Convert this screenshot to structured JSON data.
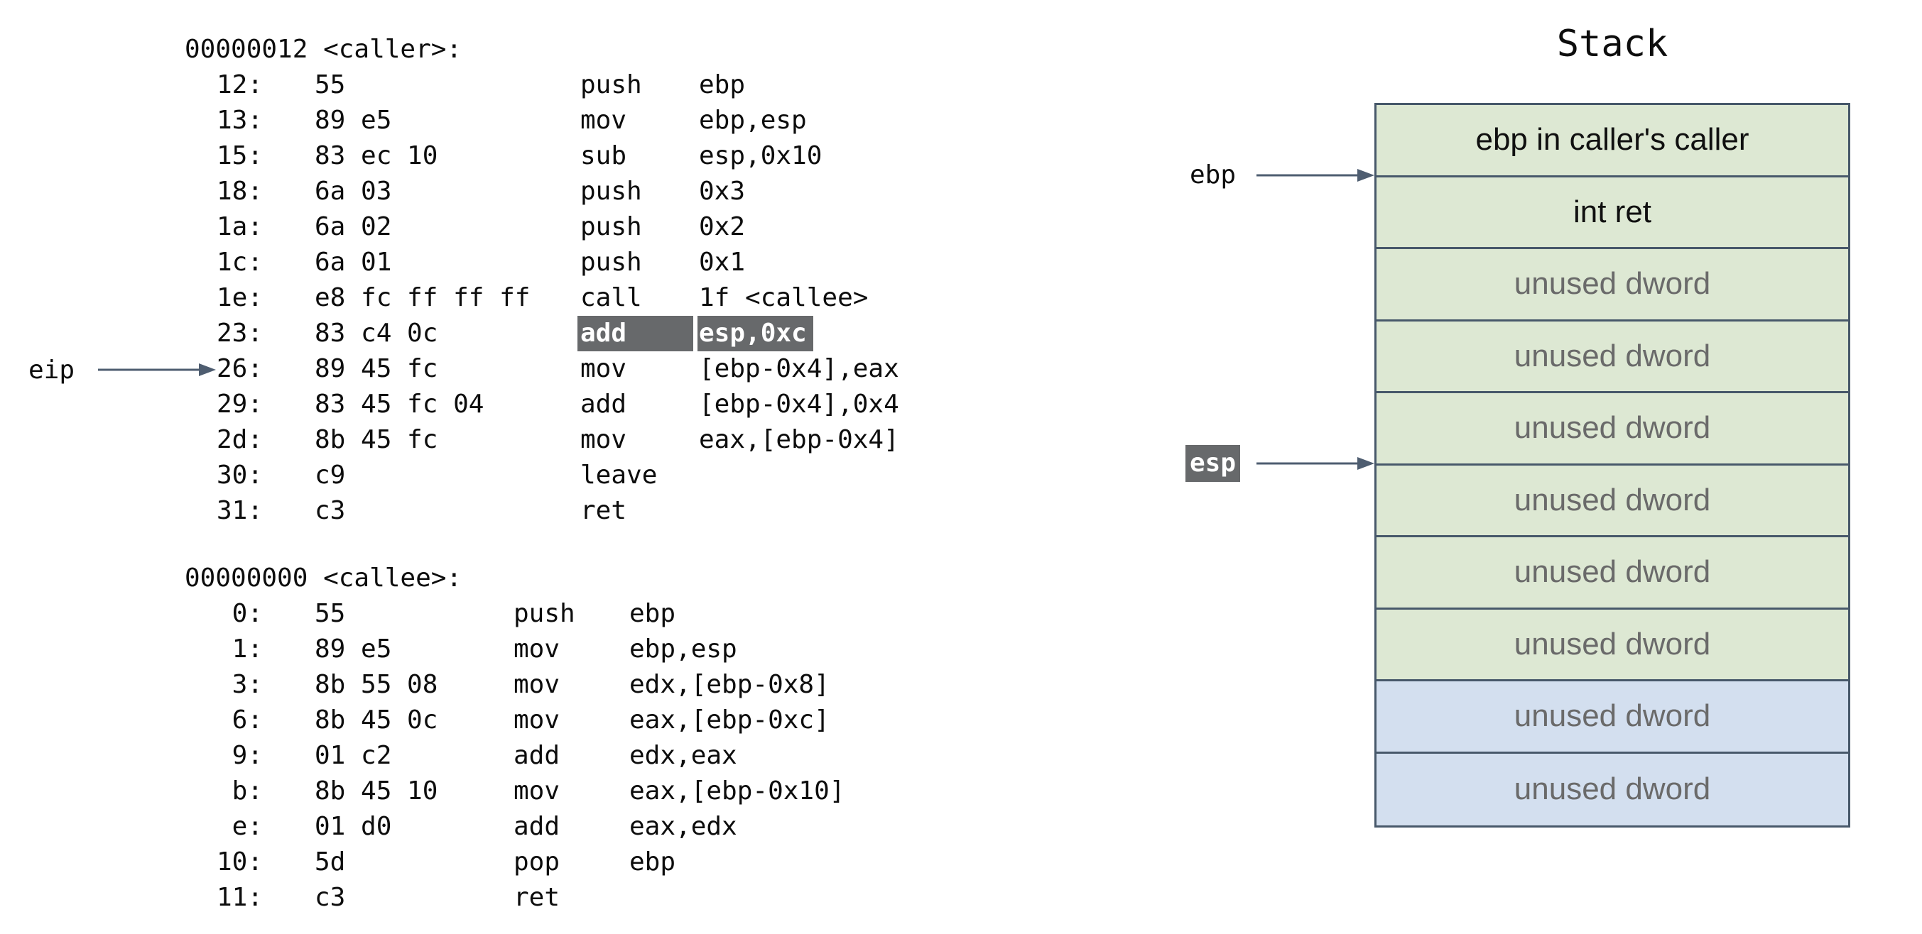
{
  "colors": {
    "highlight_bg": "#67696b",
    "highlight_text": "#ffffff",
    "stack_green": "#dde8d3",
    "stack_blue": "#d3dfef",
    "stack_border": "#47586a",
    "arrow": "#4e5d70",
    "muted_text": "#6a6a6a",
    "text": "#0d0d0d"
  },
  "disassembly": {
    "eip_pointer": {
      "label": "eip",
      "target_addr": "26:"
    },
    "blocks": [
      {
        "name": "caller",
        "header": "00000012 <caller>:",
        "rows": [
          {
            "addr": "12:",
            "bytes": "55",
            "mnemonic": "push",
            "operands": "ebp"
          },
          {
            "addr": "13:",
            "bytes": "89 e5",
            "mnemonic": "mov",
            "operands": "ebp,esp"
          },
          {
            "addr": "15:",
            "bytes": "83 ec 10",
            "mnemonic": "sub",
            "operands": "esp,0x10"
          },
          {
            "addr": "18:",
            "bytes": "6a 03",
            "mnemonic": "push",
            "operands": "0x3"
          },
          {
            "addr": "1a:",
            "bytes": "6a 02",
            "mnemonic": "push",
            "operands": "0x2"
          },
          {
            "addr": "1c:",
            "bytes": "6a 01",
            "mnemonic": "push",
            "operands": "0x1"
          },
          {
            "addr": "1e:",
            "bytes": "e8 fc ff ff ff",
            "mnemonic": "call",
            "operands": "1f <callee>"
          },
          {
            "addr": "23:",
            "bytes": "83 c4 0c",
            "mnemonic": "add",
            "operands": "esp,0xc",
            "highlighted": true
          },
          {
            "addr": "26:",
            "bytes": "89 45 fc",
            "mnemonic": "mov",
            "operands": "[ebp-0x4],eax",
            "eip": true
          },
          {
            "addr": "29:",
            "bytes": "83 45 fc 04",
            "mnemonic": "add",
            "operands": "[ebp-0x4],0x4"
          },
          {
            "addr": "2d:",
            "bytes": "8b 45 fc",
            "mnemonic": "mov",
            "operands": "eax,[ebp-0x4]"
          },
          {
            "addr": "30:",
            "bytes": "c9",
            "mnemonic": "leave",
            "operands": ""
          },
          {
            "addr": "31:",
            "bytes": "c3",
            "mnemonic": "ret",
            "operands": ""
          }
        ]
      },
      {
        "name": "callee",
        "header": "00000000 <callee>:",
        "rows": [
          {
            "addr": "0:",
            "bytes": "55",
            "mnemonic": "push",
            "operands": "ebp"
          },
          {
            "addr": "1:",
            "bytes": "89 e5",
            "mnemonic": "mov",
            "operands": "ebp,esp"
          },
          {
            "addr": "3:",
            "bytes": "8b 55 08",
            "mnemonic": "mov",
            "operands": "edx,[ebp-0x8]"
          },
          {
            "addr": "6:",
            "bytes": "8b 45 0c",
            "mnemonic": "mov",
            "operands": "eax,[ebp-0xc]"
          },
          {
            "addr": "9:",
            "bytes": "01 c2",
            "mnemonic": "add",
            "operands": "edx,eax"
          },
          {
            "addr": "b:",
            "bytes": "8b 45 10",
            "mnemonic": "mov",
            "operands": "eax,[ebp-0x10]"
          },
          {
            "addr": "e:",
            "bytes": "01 d0",
            "mnemonic": "add",
            "operands": "eax,edx"
          },
          {
            "addr": "10:",
            "bytes": "5d",
            "mnemonic": "pop",
            "operands": "ebp"
          },
          {
            "addr": "11:",
            "bytes": "c3",
            "mnemonic": "ret",
            "operands": ""
          }
        ]
      }
    ]
  },
  "stack": {
    "title": "Stack",
    "rows": [
      {
        "label": "ebp in caller's caller",
        "fill": "green",
        "emphasis": "normal"
      },
      {
        "label": "int ret",
        "fill": "green",
        "emphasis": "normal"
      },
      {
        "label": "unused dword",
        "fill": "green",
        "emphasis": "muted"
      },
      {
        "label": "unused dword",
        "fill": "green",
        "emphasis": "muted"
      },
      {
        "label": "unused dword",
        "fill": "green",
        "emphasis": "muted"
      },
      {
        "label": "unused dword",
        "fill": "green",
        "emphasis": "muted"
      },
      {
        "label": "unused dword",
        "fill": "green",
        "emphasis": "muted"
      },
      {
        "label": "unused dword",
        "fill": "green",
        "emphasis": "muted"
      },
      {
        "label": "unused dword",
        "fill": "blue",
        "emphasis": "muted"
      },
      {
        "label": "unused dword",
        "fill": "blue",
        "emphasis": "muted"
      }
    ],
    "pointers": [
      {
        "label": "ebp",
        "after_row_index": 0,
        "highlighted": false
      },
      {
        "label": "esp",
        "after_row_index": 4,
        "highlighted": true
      }
    ]
  }
}
